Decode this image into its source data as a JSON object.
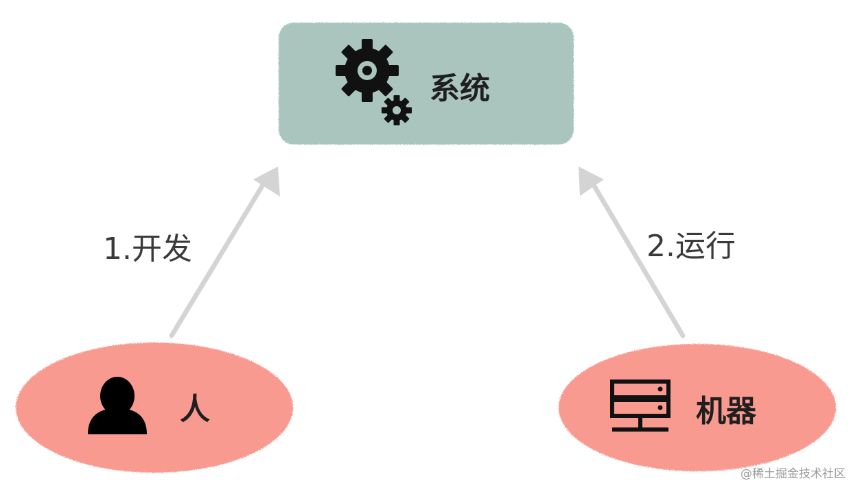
{
  "nodes": {
    "system": {
      "label": "系统",
      "color": "#a9c5be",
      "icon": "gears-icon"
    },
    "person": {
      "label": "人",
      "color": "#f89a90",
      "icon": "user-icon"
    },
    "machine": {
      "label": "机器",
      "color": "#f89a90",
      "icon": "server-icon"
    }
  },
  "edges": [
    {
      "from": "person",
      "to": "system",
      "label": "1.开发"
    },
    {
      "from": "machine",
      "to": "system",
      "label": "2.运行"
    }
  ],
  "arrow_color": "#d4d4d4",
  "watermark": "@稀土掘金技术社区"
}
